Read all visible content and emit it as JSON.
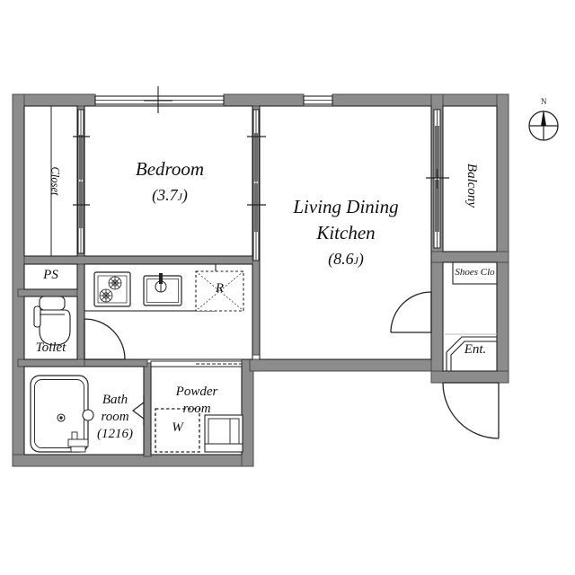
{
  "document": {
    "type": "floor-plan",
    "title": "Apartment Floor Plan",
    "background_color": "#ffffff",
    "wall_fill_color": "#8c8c8c",
    "wall_stroke_color": "#4a4a4a",
    "line_color": "#222222",
    "text_color": "#111111"
  },
  "rooms": {
    "bedroom": {
      "name": "Bedroom",
      "area": "(3.7",
      "area_unit": "J",
      "area_suffix": ")"
    },
    "ldk": {
      "line1": "Living Dining",
      "line2": "Kitchen",
      "area": "(8.6",
      "area_unit": "J",
      "area_suffix": ")"
    },
    "closet": {
      "name": "Closet"
    },
    "ps": {
      "name": "PS"
    },
    "toilet": {
      "name": "Toilet"
    },
    "bathroom": {
      "line1": "Bath",
      "line2": "room",
      "line3": "(1216)"
    },
    "powder_room": {
      "line1": "Powder",
      "line2": "room"
    },
    "balcony": {
      "name": "Balcony"
    },
    "shoes_closet": {
      "name": "Shoes Clo"
    },
    "entrance": {
      "name": "Ent."
    }
  },
  "fixtures": {
    "refrigerator": {
      "label": "R",
      "description": "refrigerator-space"
    },
    "washer": {
      "label": "W",
      "description": "washing-machine-space"
    },
    "stove": {
      "description": "gas-stove-two-burner"
    },
    "sink": {
      "description": "kitchen-sink-with-faucet"
    },
    "bathtub": {
      "description": "bathtub-1216"
    },
    "toilet_bowl": {
      "description": "western-toilet"
    },
    "vanity": {
      "description": "powder-room-vanity"
    }
  },
  "compass": {
    "label": "N",
    "description": "north-arrow-compass"
  }
}
